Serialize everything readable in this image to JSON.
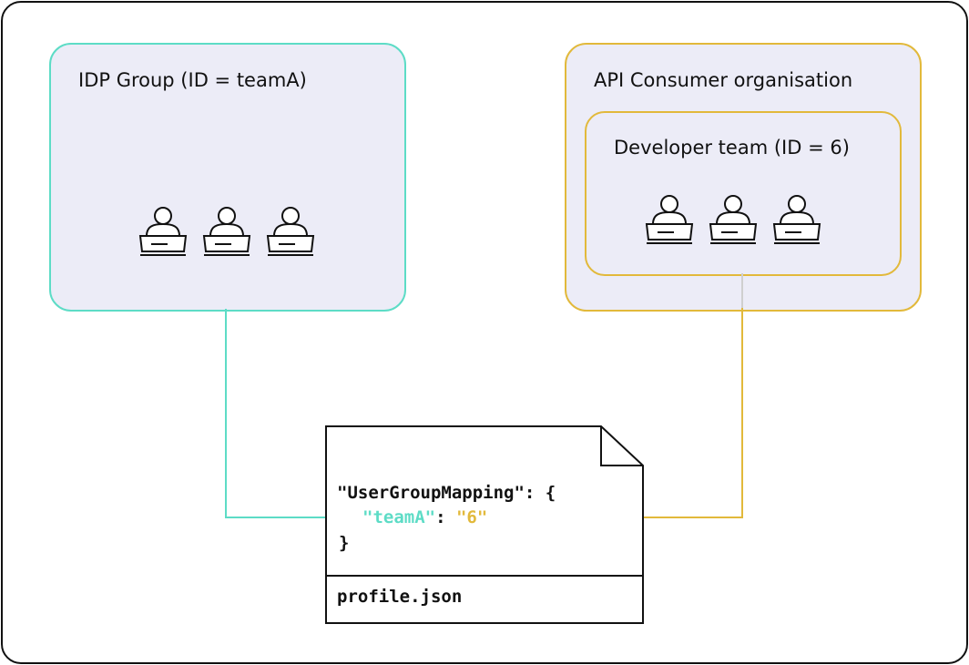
{
  "idp_group": {
    "title": "IDP Group (ID = teamA)"
  },
  "consumer_org": {
    "title": "API Consumer organisation"
  },
  "developer_team": {
    "title": "Developer team (ID = 6)"
  },
  "file": {
    "line1": "\"UserGroupMapping\": {",
    "key": "\"teamA\"",
    "sep": ": ",
    "value": "\"6\"",
    "line3": "}",
    "filename": "profile.json"
  },
  "colors": {
    "teal": "#5ddcc6",
    "gold": "#e2b93b",
    "box_fill": "#ececf7"
  },
  "icons": [
    "user-at-laptop-icon"
  ]
}
